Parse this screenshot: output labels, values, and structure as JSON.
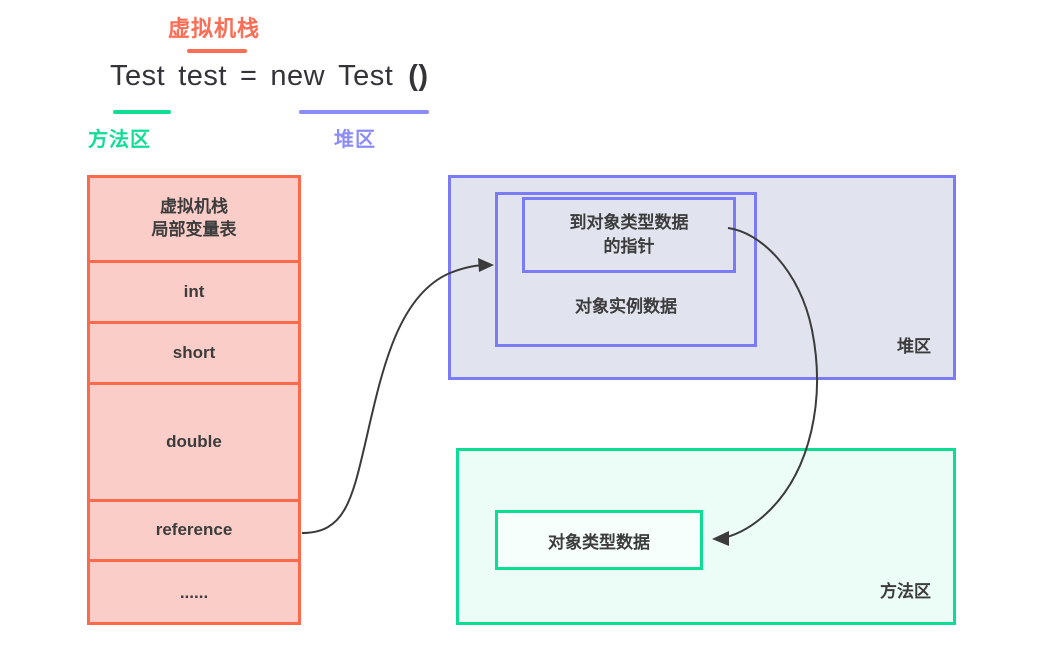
{
  "header": {
    "stack_caption": "虚拟机栈",
    "method_caption": "方法区",
    "heap_caption": "堆区",
    "code": {
      "type_token": "Test",
      "var_token": "test",
      "assign_token": "=",
      "new_token": "new",
      "ctor_token": "Test",
      "paren_token": "()"
    }
  },
  "colors": {
    "stack_accent": "#fa6a4d",
    "stack_fill": "#fbcdc8",
    "heap_accent": "#7b7bf5",
    "heap_fill": "#e1e3ee",
    "method_accent": "#0ddc93",
    "method_fill": "#ecfdf7",
    "text": "#3c3c3c",
    "arrow": "#3b3b3b"
  },
  "vm_stack": {
    "rows": [
      {
        "line1": "虚拟机栈",
        "line2": "局部变量表"
      },
      {
        "line1": "int"
      },
      {
        "line1": "short"
      },
      {
        "line1": "double"
      },
      {
        "line1": "reference"
      },
      {
        "line1": "......"
      }
    ]
  },
  "heap_area": {
    "label": "堆区",
    "pointer_box": {
      "line1": "到对象类型数据",
      "line2": "的指针"
    },
    "instance_label": "对象实例数据"
  },
  "method_area": {
    "label": "方法区",
    "object_type_box": "对象类型数据"
  },
  "arrows": [
    {
      "name": "reference-to-heap",
      "from": "reference",
      "to": "heap-instance"
    },
    {
      "name": "pointer-to-object-type",
      "from": "heap-pointer",
      "to": "object-type-data"
    }
  ]
}
